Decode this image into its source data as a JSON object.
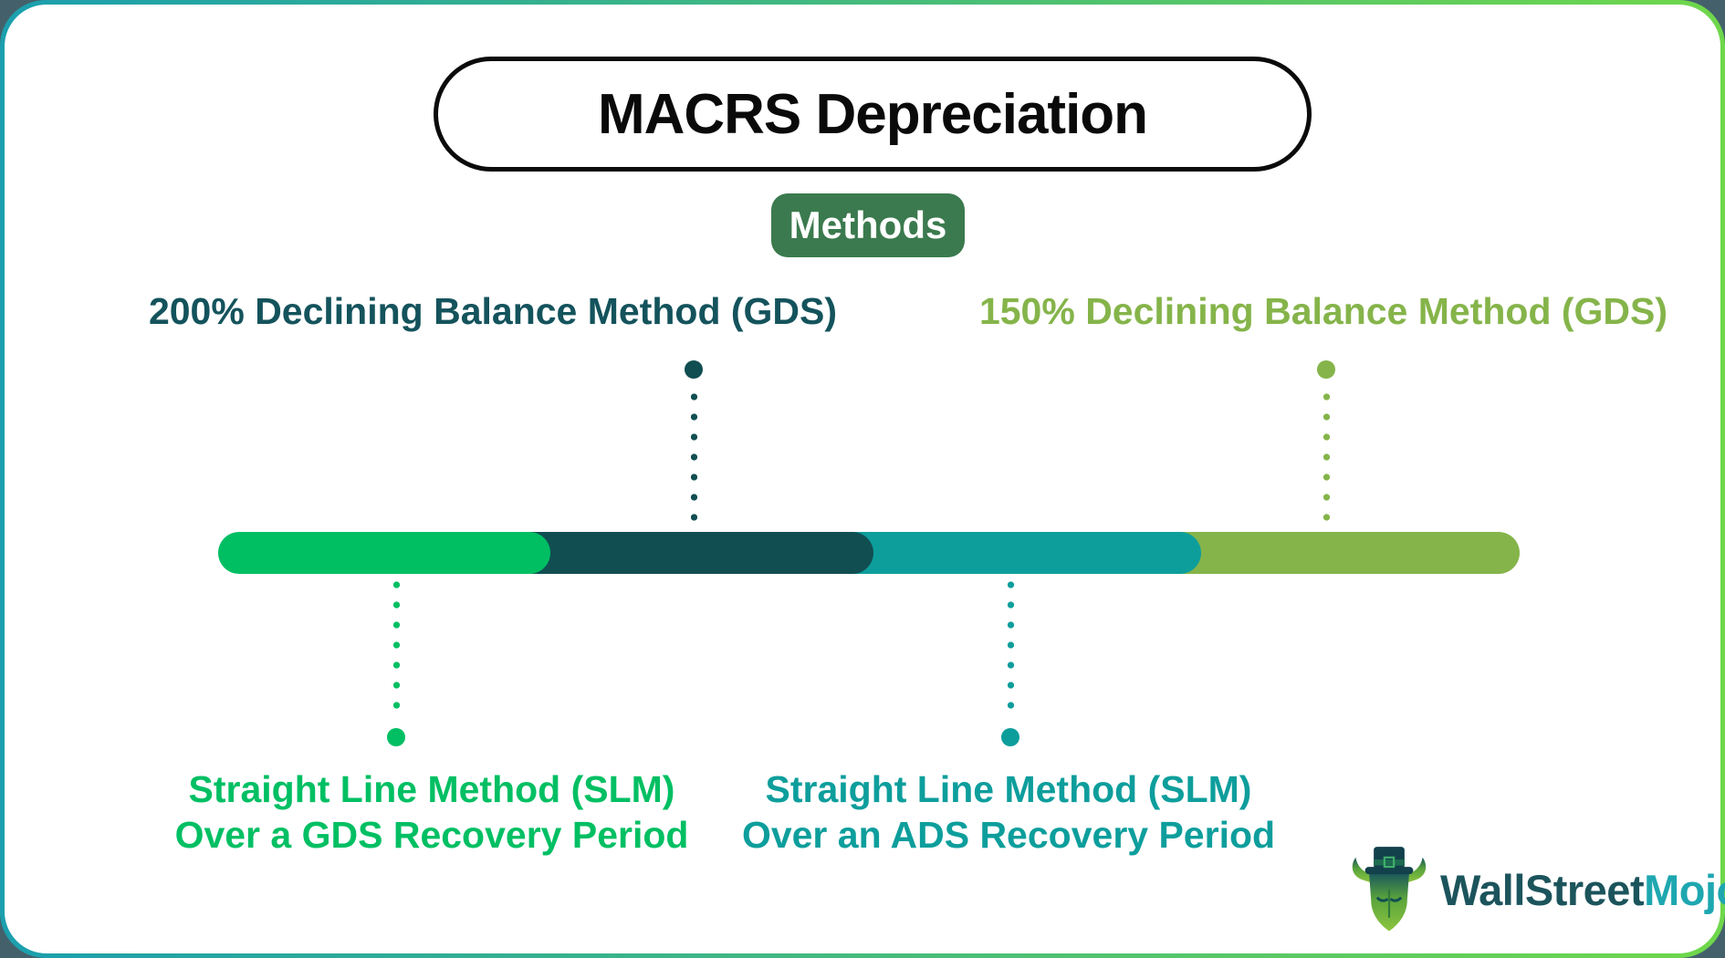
{
  "title": "MACRS Depreciation",
  "badge_label": "Methods",
  "methods": [
    {
      "name": "200% Declining Balance Method (GDS)",
      "lines": [
        "200% Declining Balance Method (GDS)"
      ],
      "color": "#14535c",
      "label_position": "top-left",
      "connects_to_segment": 2
    },
    {
      "name": "150% Declining Balance Method (GDS)",
      "lines": [
        "150% Declining Balance Method (GDS)"
      ],
      "color": "#85b44a",
      "label_position": "top-right",
      "connects_to_segment": 4
    },
    {
      "name": "Straight Line Method (SLM) Over a GDS Recovery Period",
      "lines": [
        "Straight Line Method (SLM)",
        "Over a GDS Recovery Period"
      ],
      "color": "#00bf63",
      "label_position": "bottom-left",
      "connects_to_segment": 1
    },
    {
      "name": "Straight Line Method (SLM) Over an ADS Recovery Period",
      "lines": [
        "Straight Line Method (SLM)",
        "Over an ADS Recovery Period"
      ],
      "color": "#0d9e9c",
      "label_position": "bottom-right",
      "connects_to_segment": 3
    }
  ],
  "bar_segments": [
    {
      "index": 1,
      "color": "#00bf63",
      "method": "Straight Line Method (SLM) Over a GDS Recovery Period"
    },
    {
      "index": 2,
      "color": "#114e52",
      "method": "200% Declining Balance Method (GDS)"
    },
    {
      "index": 3,
      "color": "#0d9e9c",
      "method": "Straight Line Method (SLM) Over an ADS Recovery Period"
    },
    {
      "index": 4,
      "color": "#85b44a",
      "method": "150% Declining Balance Method (GDS)"
    }
  ],
  "logo": {
    "text_primary": "WallStreet",
    "text_secondary": "Mojo"
  },
  "theme": {
    "frame-left": "#1b9fae",
    "frame-right": "#6fd74b",
    "outside-bg": "#44616b",
    "title-border": "#0b0b0b",
    "title-text": "#0a0a0a",
    "badge-bg": "#3b7a4e",
    "badge-text": "#ffffff",
    "seg1": "#00bf63",
    "seg2": "#114e52",
    "seg3": "#0d9e9c",
    "seg4": "#85b44a",
    "label-200": "#14535c",
    "label-150": "#85b44a",
    "label-slm-gds": "#00bf63",
    "label-slm-ads": "#0d9e9c",
    "logo-dark": "#1c545c",
    "logo-accent": "#1ea7b0"
  }
}
